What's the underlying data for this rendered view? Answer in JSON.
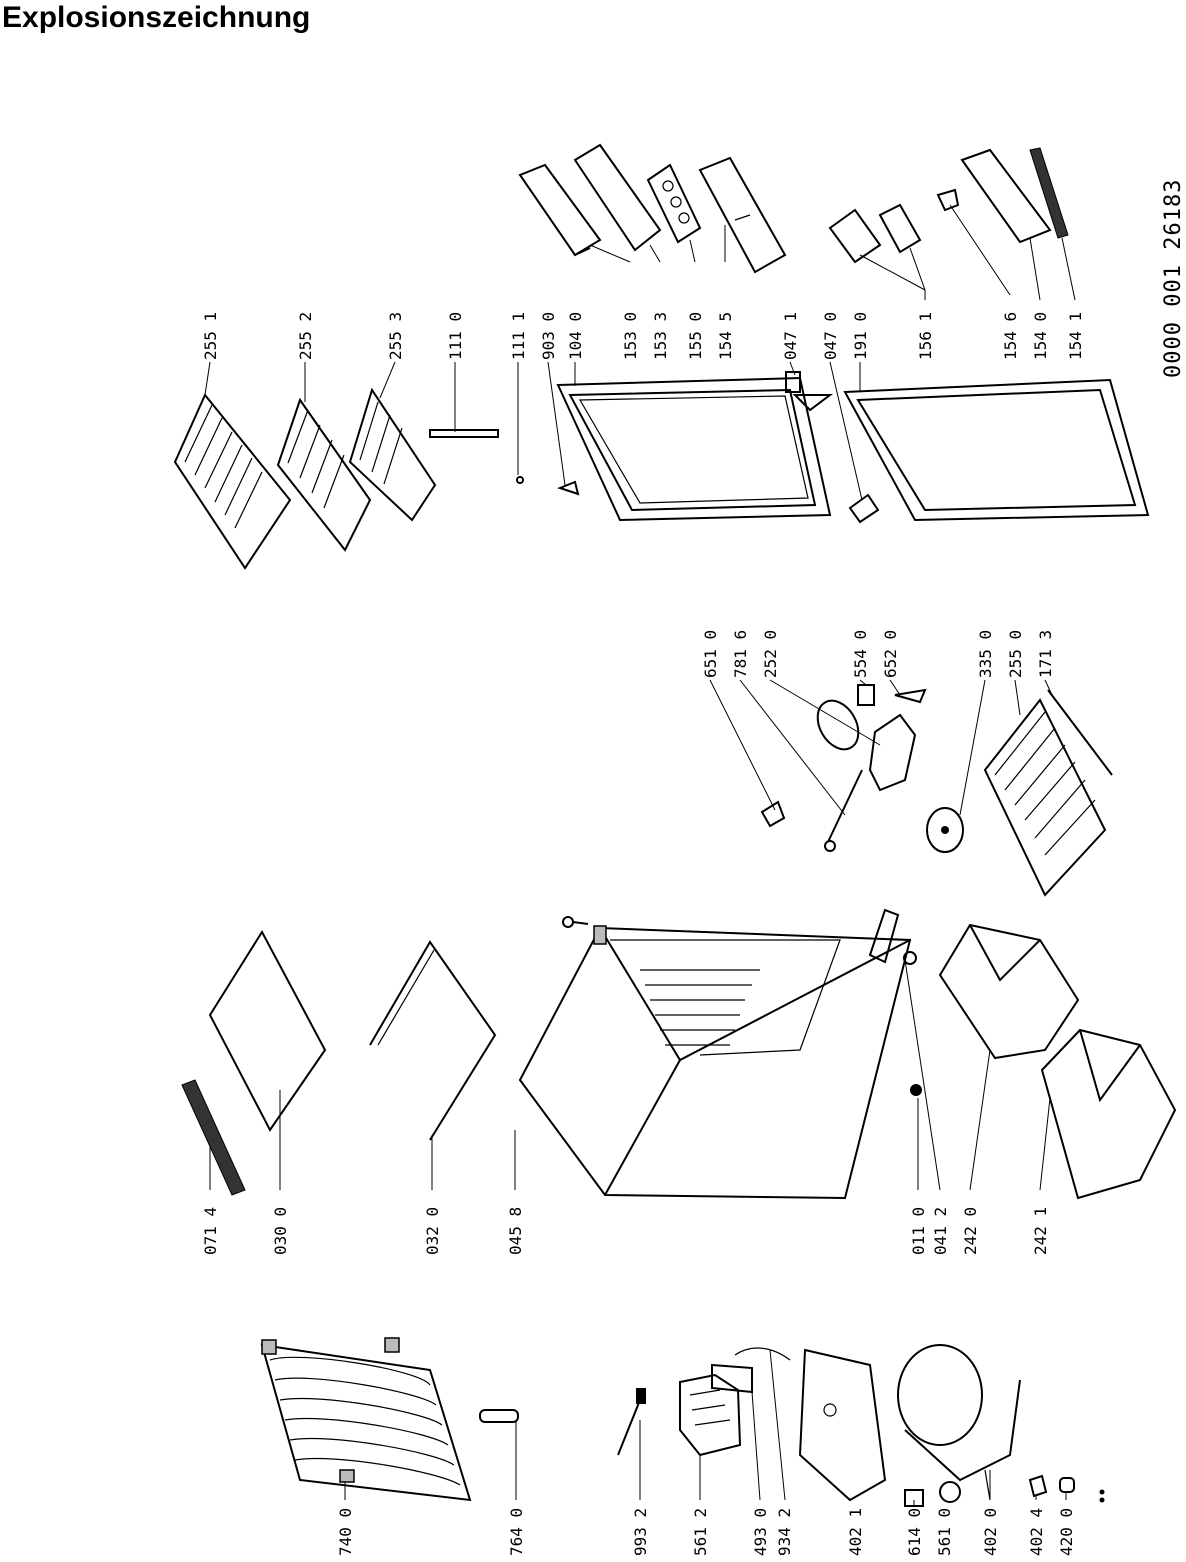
{
  "page": {
    "title": "Explosionszeichnung"
  },
  "document_number": "0000 001 26183",
  "part_labels": {
    "p0714": "071 4",
    "p0300": "030 0",
    "p0320": "032 0",
    "p0458": "045 8",
    "p0110": "011 0",
    "p0412": "041 2",
    "p2420": "242 0",
    "p2421": "242 1",
    "p7400": "740 0",
    "p7640": "764 0",
    "p9932": "993 2",
    "p5612": "561 2",
    "p4930": "493 0",
    "p9342": "934 2",
    "p4021": "402 1",
    "p6140": "614 0",
    "p5610": "561 0",
    "p4020": "402 0",
    "p4024": "402 4",
    "p4200": "420 0",
    "p6510": "651 0",
    "p7816": "781 6",
    "p2520": "252 0",
    "p5540": "554 0",
    "p6520": "652 0",
    "p3350": "335 0",
    "p2550": "255 0",
    "p1713": "171 3",
    "p2551": "255 1",
    "p2552": "255 2",
    "p2553": "255 3",
    "p1110": "111 0",
    "p1111": "111 1",
    "p9030": "903 0",
    "p1040": "104 0",
    "p1530": "153 0",
    "p1533": "153 3",
    "p1550": "155 0",
    "p1545": "154 5",
    "p0471": "047 1",
    "p0470": "047 0",
    "p1910": "191 0",
    "p1561": "156 1",
    "p1546": "154 6",
    "p1540": "154 0",
    "p1541": "154 1"
  }
}
